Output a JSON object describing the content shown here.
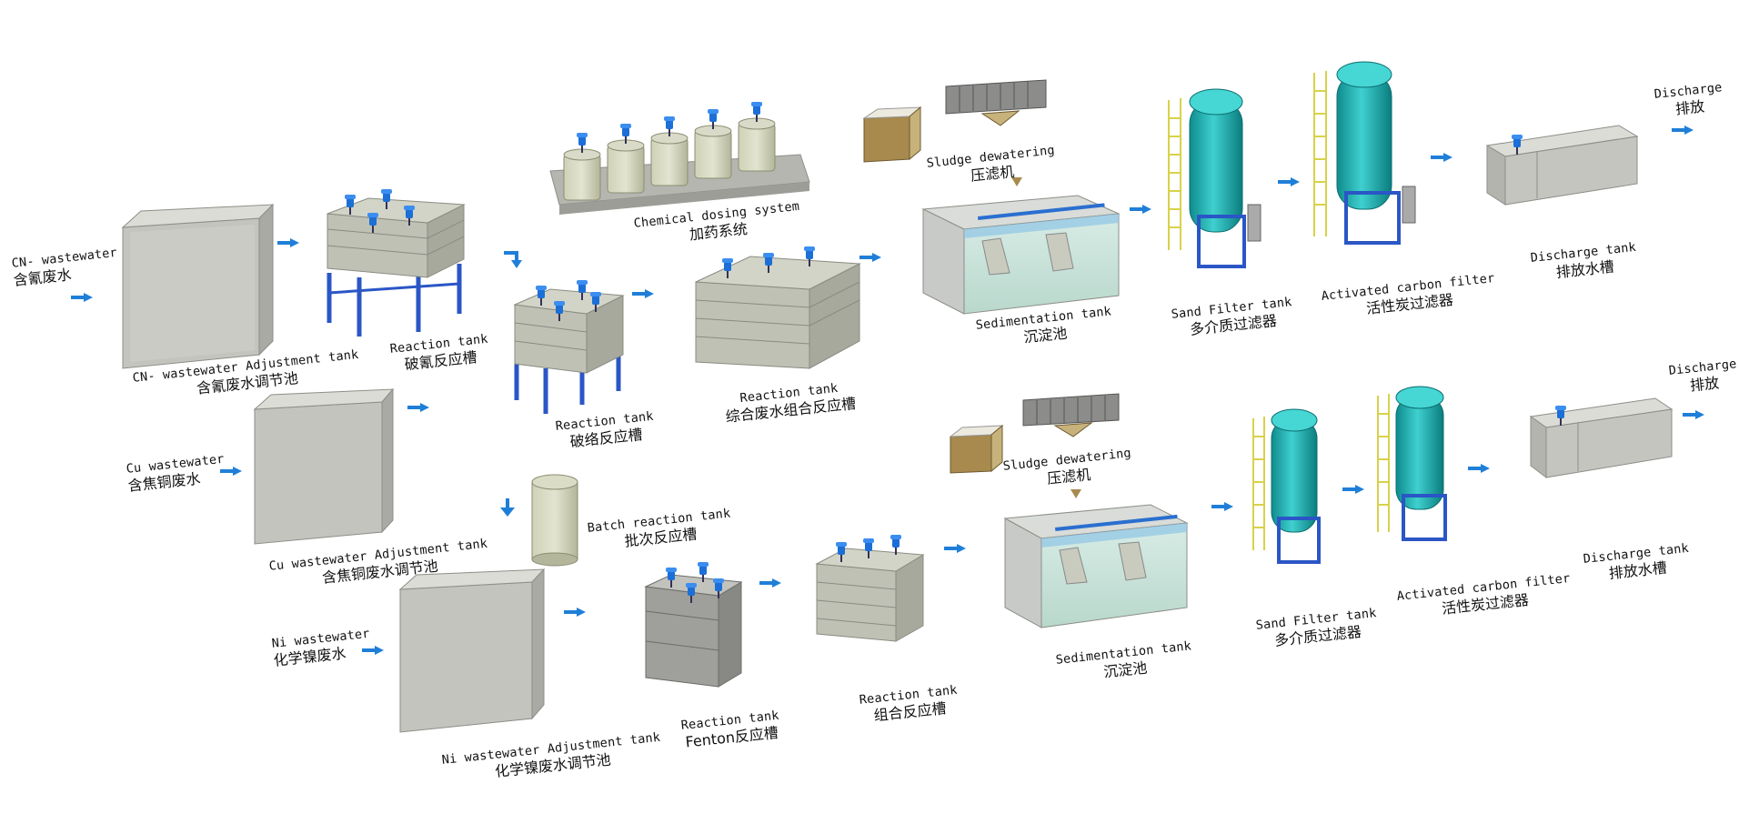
{
  "colors": {
    "tank_grey": "#b9bab4",
    "tank_dark": "#9a9b96",
    "tank_olive": "#c5c8ac",
    "filter_teal": "#1ba6a6",
    "frame_blue": "#2a56c6",
    "agitator_blue": "#1c6fd6",
    "arrow_blue": "#1f7fd8",
    "ladder_yellow": "#d8d24a",
    "sludge_brown": "#a88a4e",
    "water_tint": "#c9e6dd"
  },
  "labels": {
    "cn_input": {
      "en": "CN- wastewater",
      "zh": "含氰废水"
    },
    "cu_input": {
      "en": "Cu wastewater",
      "zh": "含焦铜废水"
    },
    "ni_input": {
      "en": "Ni wastewater",
      "zh": "化学镍废水"
    },
    "cn_adjust": {
      "en": "CN- wastewater Adjustment tank",
      "zh": "含氰废水调节池"
    },
    "cu_adjust": {
      "en": "Cu wastewater Adjustment tank",
      "zh": "含焦铜废水调节池"
    },
    "ni_adjust": {
      "en": "Ni wastewater Adjustment tank",
      "zh": "化学镍废水调节池"
    },
    "react_cyanide": {
      "en": "Reaction tank",
      "zh": "破氰反应槽"
    },
    "react_complex": {
      "en": "Reaction tank",
      "zh": "破络反应槽"
    },
    "react_combined": {
      "en": "Reaction tank",
      "zh": "综合废水组合反应槽"
    },
    "chem_dosing": {
      "en": "Chemical dosing system",
      "zh": "加药系统"
    },
    "sludge_top": {
      "en": "Sludge dewatering",
      "zh": "压滤机"
    },
    "sed_top": {
      "en": "Sedimentation tank",
      "zh": "沉淀池"
    },
    "sand_top": {
      "en": "Sand Filter tank",
      "zh": "多介质过滤器"
    },
    "carbon_top": {
      "en": "Activated carbon filter",
      "zh": "活性炭过滤器"
    },
    "discharge_tank_top": {
      "en": "Discharge tank",
      "zh": "排放水槽"
    },
    "discharge_top": {
      "en": "Discharge",
      "zh": "排放"
    },
    "batch": {
      "en": "Batch reaction tank",
      "zh": "批次反应槽"
    },
    "fenton": {
      "en": "Reaction tank",
      "zh": "Fenton反应槽"
    },
    "react_group_bottom": {
      "en": "Reaction tank",
      "zh": "组合反应槽"
    },
    "sludge_bottom": {
      "en": "Sludge dewatering",
      "zh": "压滤机"
    },
    "sed_bottom": {
      "en": "Sedimentation tank",
      "zh": "沉淀池"
    },
    "sand_bottom": {
      "en": "Sand Filter tank",
      "zh": "多介质过滤器"
    },
    "carbon_bottom": {
      "en": "Activated carbon filter",
      "zh": "活性炭过滤器"
    },
    "discharge_tank_bottom": {
      "en": "Discharge tank",
      "zh": "排放水槽"
    },
    "discharge_bottom": {
      "en": "Discharge",
      "zh": "排放"
    }
  }
}
